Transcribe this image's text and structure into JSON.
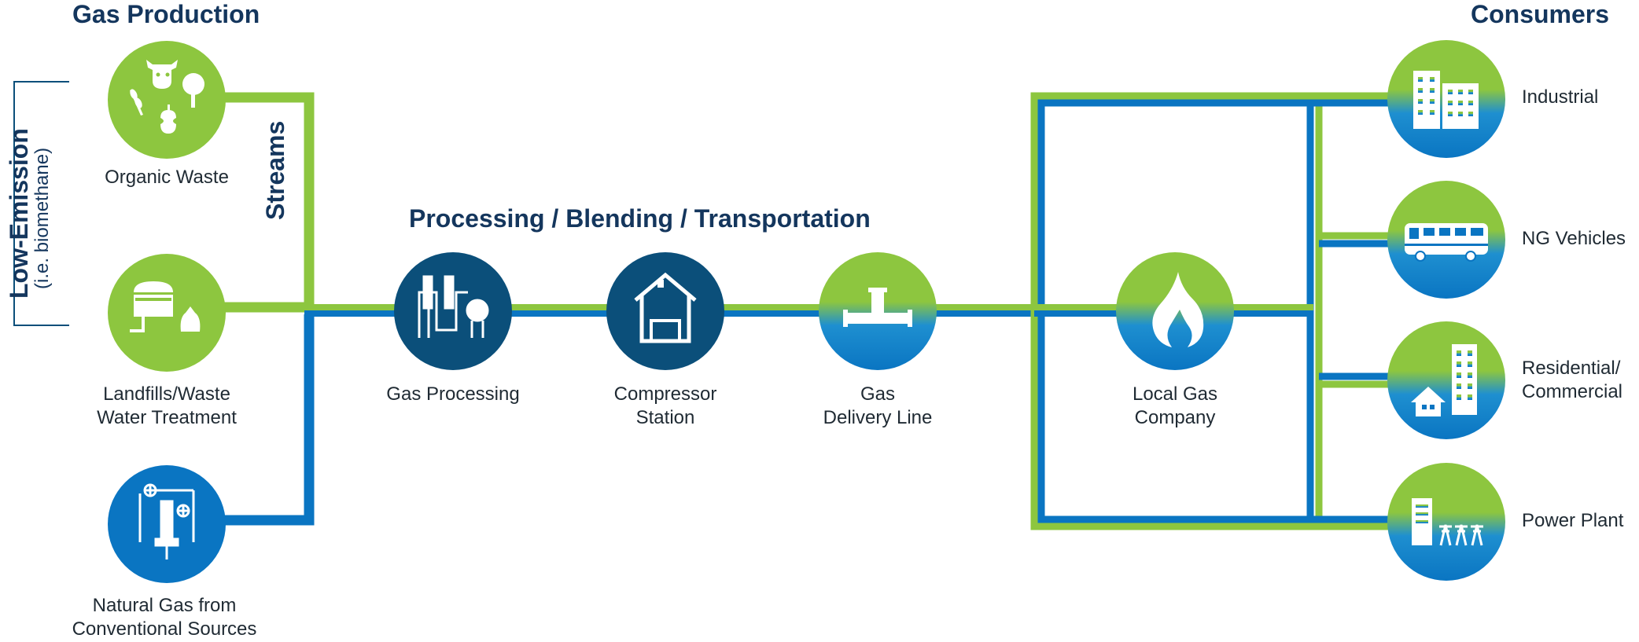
{
  "headings": {
    "gas_production": "Gas Production",
    "consumers": "Consumers",
    "processing": "Processing / Blending / Transportation",
    "streams": "Streams",
    "low_emission": "Low-Emission",
    "low_emission_sub": "(i.e. biomethane)"
  },
  "sources": [
    {
      "line1": "Organic Waste",
      "line2": ""
    },
    {
      "line1": "Landfills/Waste",
      "line2": "Water Treatment"
    },
    {
      "line1": "Natural Gas from",
      "line2": "Conventional Sources"
    }
  ],
  "stages": [
    {
      "line1": "Gas Processing",
      "line2": ""
    },
    {
      "line1": "Compressor",
      "line2": "Station"
    },
    {
      "line1": "Gas",
      "line2": "Delivery Line"
    },
    {
      "line1": "Local Gas",
      "line2": "Company"
    }
  ],
  "consumers": [
    {
      "line1": "Industrial",
      "line2": ""
    },
    {
      "line1": "NG Vehicles",
      "line2": ""
    },
    {
      "line1": "Residential/",
      "line2": "Commercial"
    },
    {
      "line1": "Power Plant",
      "line2": ""
    }
  ],
  "colors": {
    "green": "#8dc63f",
    "blue": "#0a75c2",
    "navy": "#0b4f7a",
    "heading": "#14365d"
  },
  "icons": {
    "organic_waste": "cow-tree-apple-icon",
    "landfill": "tank-bag-icon",
    "natural_gas": "wellhead-icon",
    "gas_processing": "plant-icon",
    "compressor": "house-pipe-icon",
    "delivery_line": "pipe-icon",
    "local_gas": "flame-icon",
    "industrial": "buildings-icon",
    "vehicles": "bus-icon",
    "residential": "house-tower-icon",
    "power_plant": "powerlines-icon"
  }
}
